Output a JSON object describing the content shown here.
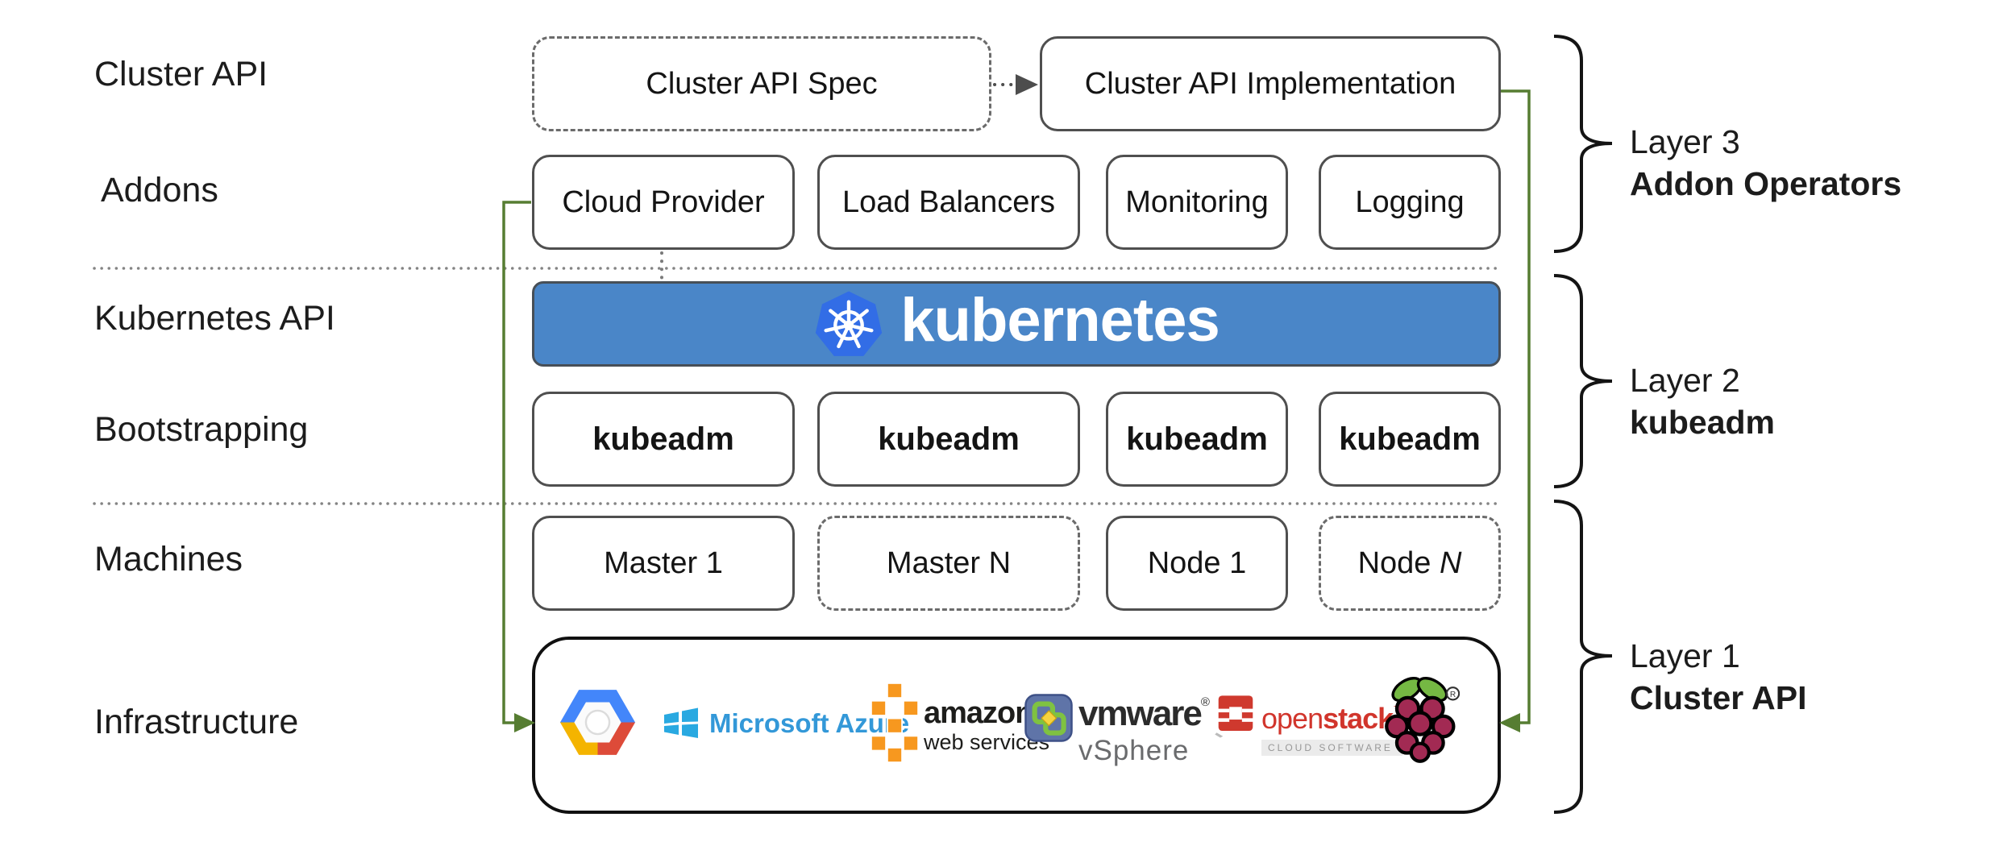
{
  "left_labels": {
    "row1": "Cluster API",
    "row2": "Addons",
    "row3": "Kubernetes API",
    "row4": "Bootstrapping",
    "row5": "Machines",
    "row6": "Infrastructure"
  },
  "cluster_api_row": {
    "spec": "Cluster API Spec",
    "implementation": "Cluster API Implementation"
  },
  "addons_row": {
    "items": [
      "Cloud Provider",
      "Load Balancers",
      "Monitoring",
      "Logging"
    ]
  },
  "kubernetes_banner": {
    "label": "kubernetes"
  },
  "bootstrapping_row": {
    "items": [
      "kubeadm",
      "kubeadm",
      "kubeadm",
      "kubeadm"
    ]
  },
  "machines_row": {
    "master_1": "Master 1",
    "master_n": "Master N",
    "node_1": "Node 1",
    "node_n_prefix": "Node ",
    "node_n_suffix": "N"
  },
  "infrastructure_row": {
    "azure_label": "Microsoft Azure",
    "aws_title": "amazon",
    "aws_subtitle": "web services",
    "vmware_title": "vmware",
    "vmware_reg": "®",
    "vmware_subtitle": "vSphere",
    "openstack_title_light": "open",
    "openstack_title_bold": "stack",
    "openstack_tm": "™",
    "openstack_subtitle": "CLOUD SOFTWARE",
    "raspberry_reg": "®"
  },
  "layer_annotations": [
    {
      "line1": "Layer 3",
      "line2": "Addon Operators"
    },
    {
      "line1": "Layer 2",
      "line2": "kubeadm"
    },
    {
      "line1": "Layer 1",
      "line2": "Cluster API"
    }
  ],
  "colors": {
    "banner_blue": "#4a86c8",
    "k8s_logo_blue": "#326de6",
    "connector_green": "#567d32",
    "box_border_gray": "#4f4f4f",
    "azure_blue": "#3398d8",
    "aws_orange": "#f7981f",
    "vmware_green": "#7fc241",
    "openstack_red": "#d1352c",
    "raspberry_crimson": "#a22a53",
    "leaf_green": "#75b843"
  }
}
